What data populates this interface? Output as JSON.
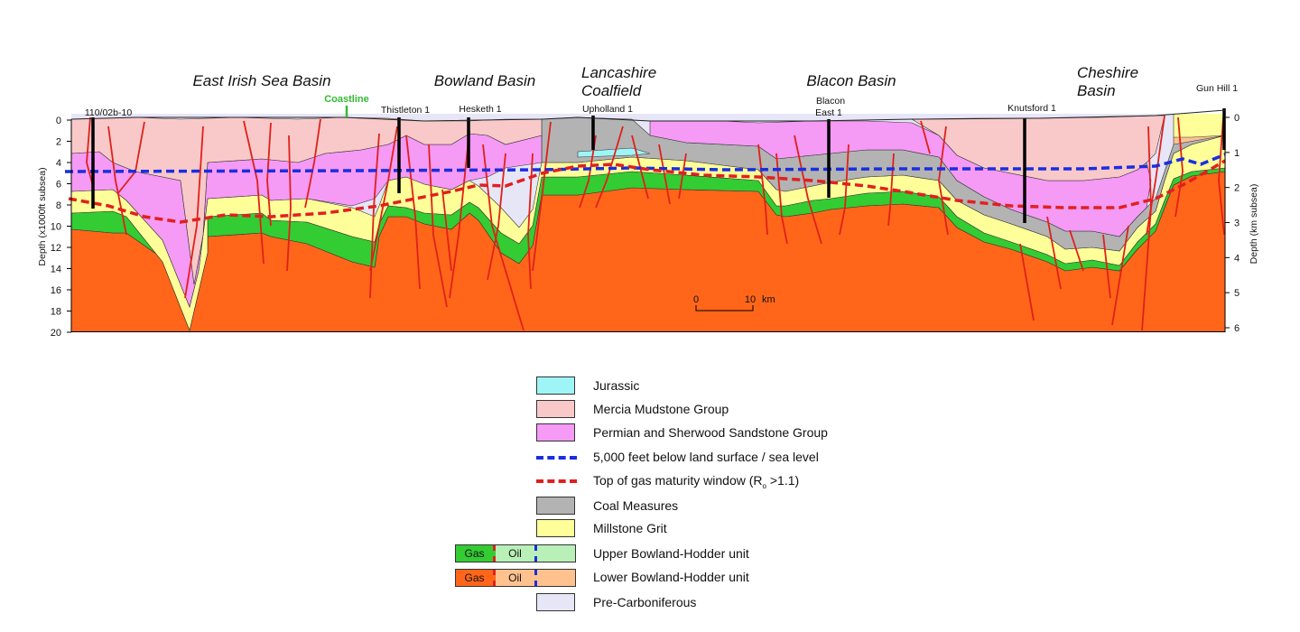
{
  "basins": [
    {
      "name": "East Irish Sea Basin"
    },
    {
      "name": "Bowland Basin"
    },
    {
      "name": "Lancashire",
      "name2": "Coalfield"
    },
    {
      "name": "Blacon Basin"
    },
    {
      "name": "Cheshire",
      "name2": "Basin"
    }
  ],
  "wells": [
    "110/02b-10",
    "Thistleton 1",
    "Hesketh 1",
    "Upholland 1",
    "Blacon",
    "East 1",
    "Knutsford 1",
    "Gun Hill 1"
  ],
  "coastline_label": "Coastline",
  "left_axis": {
    "label": "Depth (x1000ft subsea)",
    "ticks": [
      "0",
      "2",
      "4",
      "6",
      "8",
      "10",
      "12",
      "14",
      "16",
      "18",
      "20"
    ]
  },
  "right_axis": {
    "label": "Depth (km subsea)",
    "ticks": [
      "0",
      "1",
      "2",
      "3",
      "4",
      "5",
      "6"
    ]
  },
  "scale_bar": {
    "start": "0",
    "end": "10",
    "unit": "km"
  },
  "colors": {
    "jurassic": "#9ff5f5",
    "mercia": "#f9c9c9",
    "permian": "#f59af5",
    "coal": "#b3b3b3",
    "millstone": "#ffff99",
    "upper_gas": "#33cc33",
    "upper_oil": "#b8f0b8",
    "lower_gas": "#ff6619",
    "lower_oil": "#ffc28f",
    "precarb": "#e6e6f7",
    "fault": "#e0201a",
    "sea_level_line": "#1a2ee0",
    "maturity_line": "#e02020"
  },
  "legend": {
    "jurassic": "Jurassic",
    "mercia": "Mercia Mudstone Group",
    "permian": "Permian and Sherwood Sandstone Group",
    "sea_level": "5,000 feet below land surface / sea level",
    "maturity_pre": "Top of gas maturity window (R",
    "maturity_sub": "o",
    "maturity_post": " >1.1)",
    "coal": "Coal Measures",
    "millstone": "Millstone Grit",
    "upper": "Upper Bowland-Hodder unit",
    "lower": "Lower Bowland-Hodder unit",
    "precarb": "Pre-Carboniferous",
    "gas": "Gas",
    "oil": "Oil"
  }
}
